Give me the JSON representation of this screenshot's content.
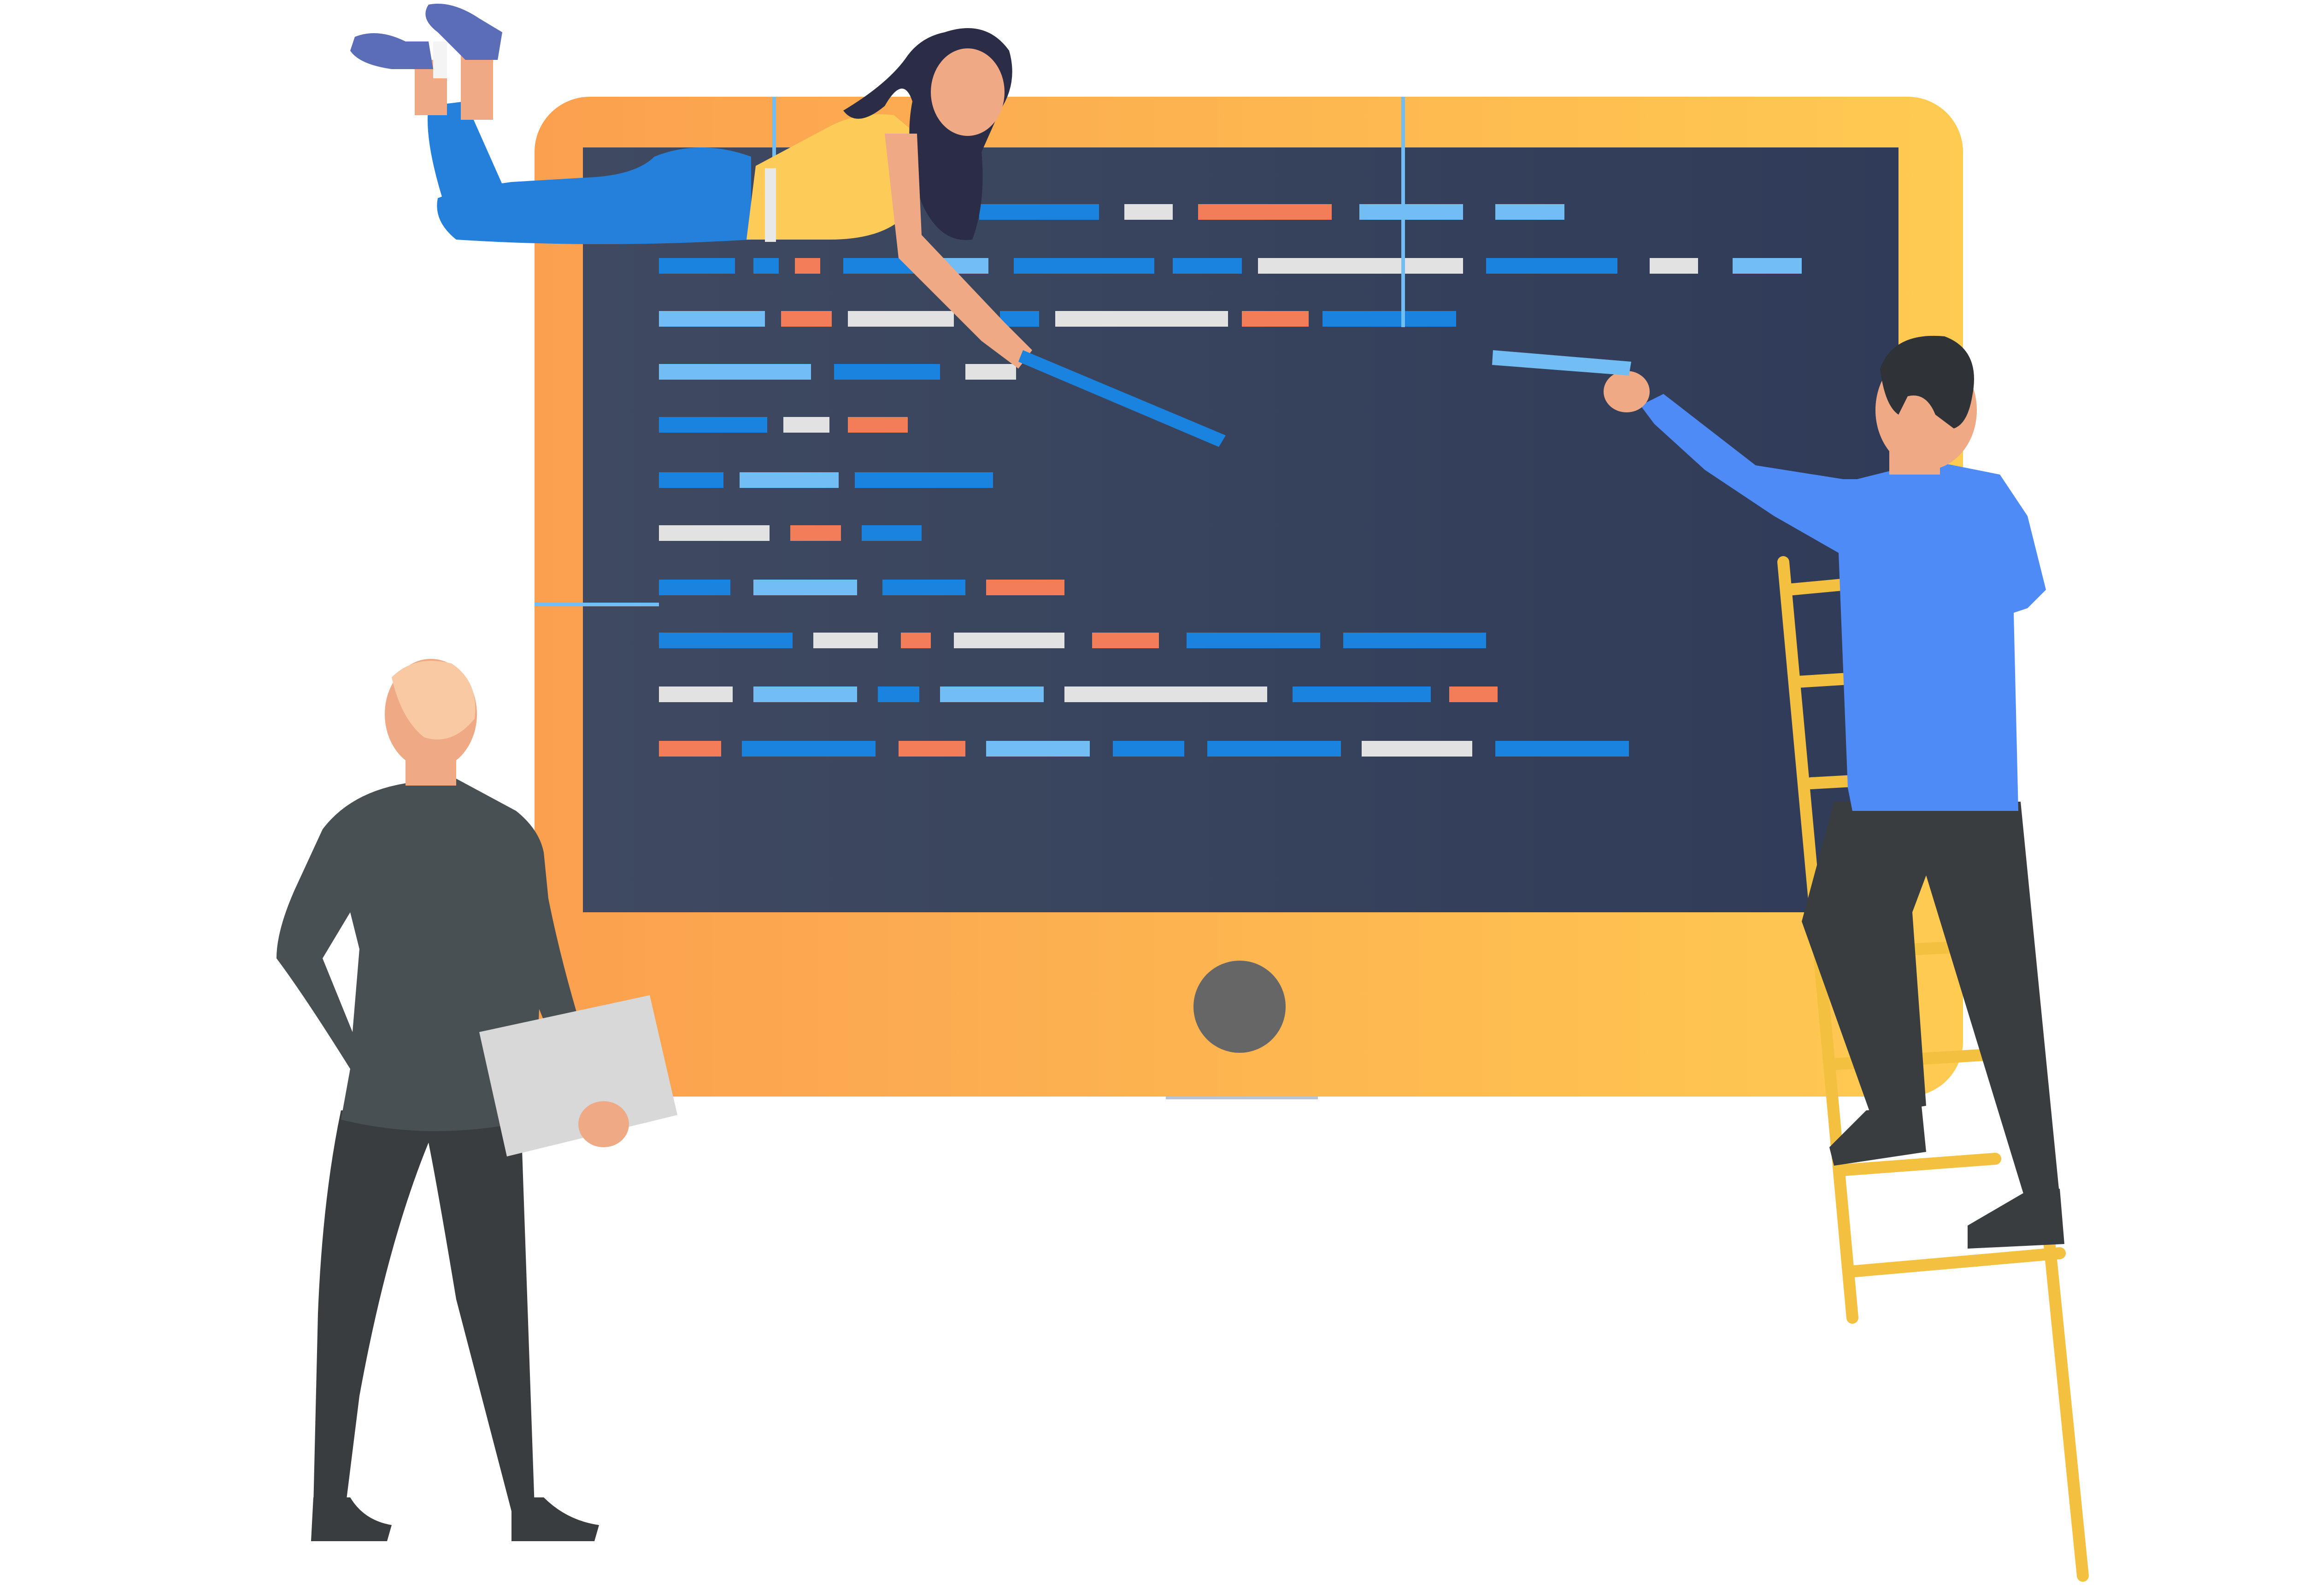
{
  "colors": {
    "frame_left": "#FBA04F",
    "frame_right": "#FFCB51",
    "screen_left": "#3F4A61",
    "screen_right": "#2F3B58",
    "home_button": "#666666",
    "code_blue": "#1A83DF",
    "code_light_blue": "#72BEF4",
    "code_orange": "#F47D59",
    "code_white": "#E2E2E2",
    "woman_shirt": "#FDCB57",
    "woman_pants": "#2480DB",
    "woman_hair": "#2B2C45",
    "man_shirt": "#4F8BF7",
    "man_pants": "#3A3D40",
    "manager_suit": "#495053",
    "skin": "#EFAA85",
    "ladder": "#F3C040",
    "folder": "#D8D8D8"
  },
  "code_lines": [
    [
      [
        "blue",
        2125,
        2385
      ],
      [
        "white",
        2440,
        2545
      ],
      [
        "orange",
        2600,
        2890
      ],
      [
        "light_blue",
        2950,
        3175
      ],
      [
        "light_blue",
        3245,
        3395
      ]
    ],
    [
      [
        "blue",
        1430,
        1595
      ],
      [
        "blue",
        1635,
        1690
      ],
      [
        "orange",
        1725,
        1780
      ],
      [
        "blue",
        1830,
        1985
      ],
      [
        "light_blue",
        2025,
        2145
      ],
      [
        "blue",
        2200,
        2505
      ],
      [
        "blue",
        2545,
        2695
      ],
      [
        "white",
        2730,
        3175
      ],
      [
        "blue",
        3225,
        3510
      ],
      [
        "white",
        3580,
        3685
      ],
      [
        "light_blue",
        3760,
        3910
      ]
    ],
    [
      [
        "light_blue",
        1430,
        1660
      ],
      [
        "orange",
        1695,
        1805
      ],
      [
        "white",
        1840,
        2070
      ],
      [
        "blue",
        2170,
        2255
      ],
      [
        "white",
        2290,
        2665
      ],
      [
        "orange",
        2695,
        2840
      ],
      [
        "blue",
        2870,
        3160
      ]
    ],
    [
      [
        "light_blue",
        1430,
        1760
      ],
      [
        "blue",
        1810,
        2040
      ],
      [
        "white",
        2095,
        2205
      ]
    ],
    [
      [
        "blue",
        1430,
        1665
      ],
      [
        "white",
        1700,
        1800
      ],
      [
        "orange",
        1840,
        1970
      ]
    ],
    [
      [
        "blue",
        1430,
        1570
      ],
      [
        "light_blue",
        1605,
        1820
      ],
      [
        "blue",
        1855,
        2155
      ]
    ],
    [
      [
        "white",
        1430,
        1670
      ],
      [
        "orange",
        1715,
        1825
      ],
      [
        "blue",
        1870,
        2000
      ]
    ],
    [
      [
        "blue",
        1430,
        1585
      ],
      [
        "light_blue",
        1635,
        1860
      ],
      [
        "blue",
        1915,
        2095
      ],
      [
        "orange",
        2140,
        2310
      ]
    ],
    [
      [
        "blue",
        1430,
        1720
      ],
      [
        "white",
        1765,
        1905
      ],
      [
        "orange",
        1955,
        2020
      ],
      [
        "white",
        2070,
        2310
      ],
      [
        "orange",
        2370,
        2515
      ],
      [
        "blue",
        2575,
        2865
      ],
      [
        "blue",
        2915,
        3225
      ]
    ],
    [
      [
        "white",
        1430,
        1590
      ],
      [
        "light_blue",
        1635,
        1860
      ],
      [
        "blue",
        1905,
        1995
      ],
      [
        "light_blue",
        2040,
        2265
      ],
      [
        "white",
        2310,
        2750
      ],
      [
        "blue",
        2805,
        3105
      ],
      [
        "orange",
        3145,
        3250
      ]
    ],
    [
      [
        "orange",
        1430,
        1565
      ],
      [
        "blue",
        1610,
        1900
      ],
      [
        "orange",
        1950,
        2095
      ],
      [
        "light_blue",
        2140,
        2365
      ],
      [
        "blue",
        2415,
        2570
      ],
      [
        "blue",
        2620,
        2910
      ],
      [
        "white",
        2955,
        3195
      ],
      [
        "blue",
        3245,
        3535
      ]
    ]
  ]
}
